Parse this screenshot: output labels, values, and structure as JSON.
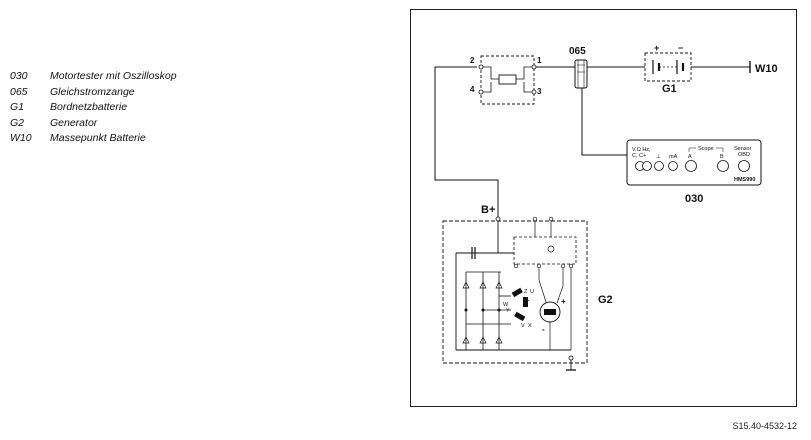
{
  "legend": [
    {
      "code": "030",
      "text": "Motortester mit Oszilloskop"
    },
    {
      "code": "065",
      "text": "Gleichstromzange"
    },
    {
      "code": "G1",
      "text": "Bordnetzbatterie"
    },
    {
      "code": "G2",
      "text": "Generator"
    },
    {
      "code": "W10",
      "text": "Massepunkt Batterie"
    }
  ],
  "diagram": {
    "labels": {
      "clamp": "065",
      "battery": "G1",
      "ground": "W10",
      "tester": "030",
      "generator": "G2",
      "bplus": "B+",
      "plus": "+",
      "minus": "−"
    },
    "relay_terminals": [
      "2",
      "1",
      "4",
      "3"
    ],
    "tester_panel": {
      "input_a": "V,Ω Hz,",
      "input_b": "C, C+",
      "ground_sym": "⊥",
      "ma": "mA",
      "scope": "Scope",
      "ch_a": "A",
      "ch_b": "B",
      "sensor_a": "Sensor",
      "sensor_b": "OBD",
      "model": "HMS990"
    },
    "generator_marks": {
      "z": "Z",
      "u": "U",
      "w": "W",
      "y": "Y",
      "v": "V",
      "x": "X",
      "plus": "+",
      "minus": "-"
    }
  },
  "figure_id": "S15.40-4532-12"
}
